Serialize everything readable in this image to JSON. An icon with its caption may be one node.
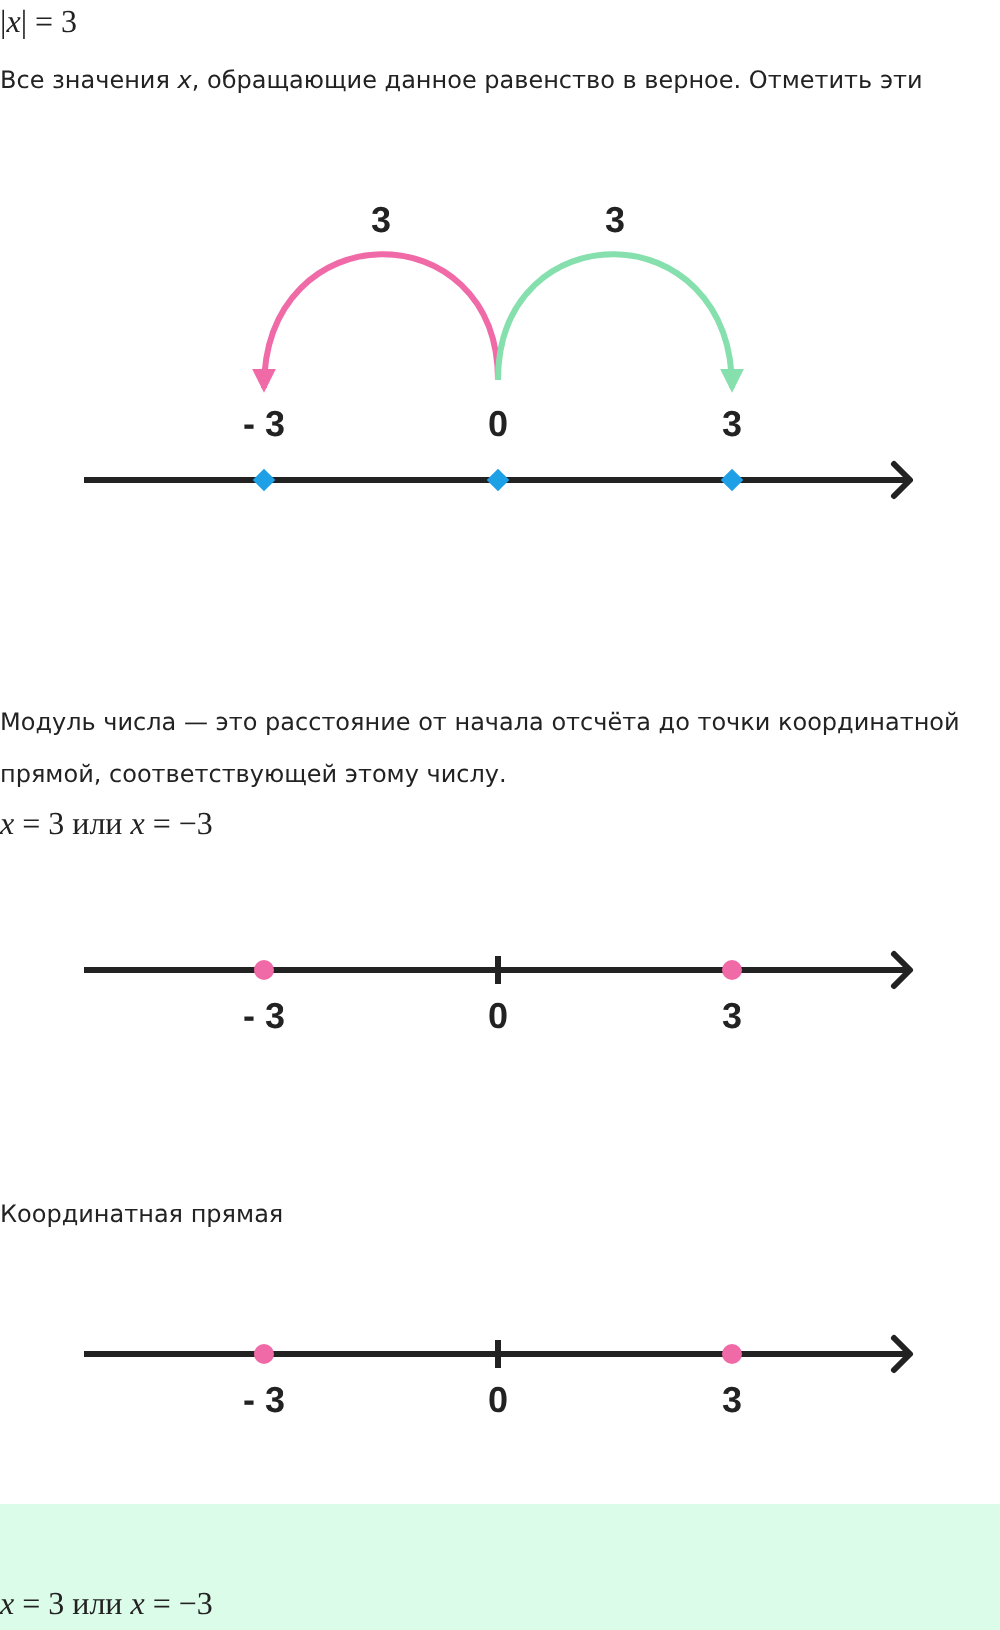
{
  "diagram": {
    "nodes": [
      {
        "text": [
          "- 3"
        ]
      },
      {
        "text": [
          "0"
        ]
      },
      {
        "text": [
          "3"
        ]
      }
    ],
    "edges": [
      {
        "from": 1,
        "to": 0,
        "arrow": "to",
        "label": "3",
        "color": "#f06aa8"
      },
      {
        "from": 1,
        "to": 2,
        "arrow": "to",
        "label": "3",
        "color": "#86e0ae"
      }
    ],
    "labels": [
      "|*x*| = 3",
      "Все значения *x*, обращающие данное равенство в верное. Отметить эти",
      "Модуль числа — это расстояние от начала отсчёта до точки координатной прямой, соответствующей этому числу.",
      "*x* = 3 или *x* = −3",
      "- 3",
      "0",
      "3",
      "Координатная прямая",
      "- 3",
      "0",
      "3",
      "*x* = 3 или *x* = −3"
    ]
  }
}
